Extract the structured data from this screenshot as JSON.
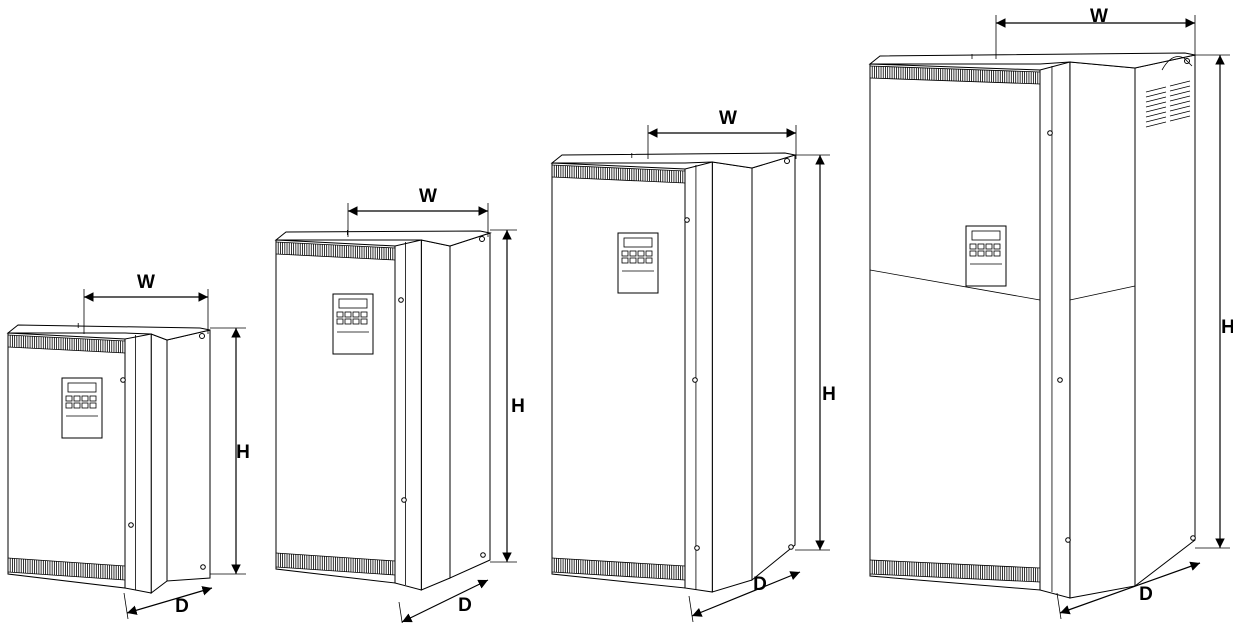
{
  "labels": {
    "width": "W",
    "height": "H",
    "depth": "D"
  },
  "colors": {
    "line": "#000000",
    "background": "#ffffff"
  }
}
